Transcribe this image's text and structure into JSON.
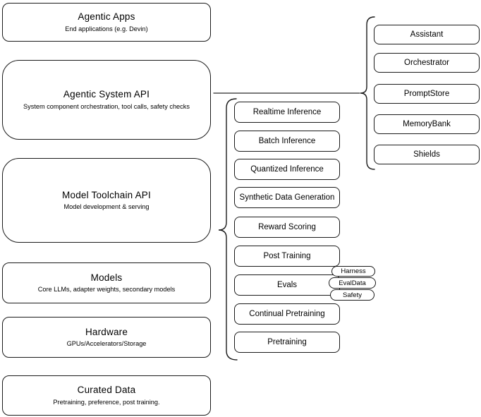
{
  "diagram": {
    "stack_nodes": [
      {
        "title": "Agentic Apps",
        "subtitle": "End applications (e.g. Devin)"
      },
      {
        "title": "Agentic System API",
        "subtitle": "System component orchestration, tool calls, safety checks"
      },
      {
        "title": "Model Toolchain API",
        "subtitle": "Model development & serving"
      },
      {
        "title": "Models",
        "subtitle": "Core LLMs, adapter weights, secondary models"
      },
      {
        "title": "Hardware",
        "subtitle": "GPUs/Accelerators/Storage"
      },
      {
        "title": "Curated Data",
        "subtitle": "Pretraining, preference, post training."
      }
    ],
    "toolchain_components": [
      "Realtime Inference",
      "Batch Inference",
      "Quantized Inference",
      "Synthetic Data Generation",
      "Reward Scoring",
      "Post Training",
      "Evals",
      "Continual Pretraining",
      "Pretraining"
    ],
    "eval_tags": [
      "Harness",
      "EvalData",
      "Safety"
    ],
    "system_components": [
      "Assistant",
      "Orchestrator",
      "PromptStore",
      "MemoryBank",
      "Shields"
    ],
    "colors": {
      "stroke": "#1a1a1a",
      "connector": "#4d4d4d",
      "node_fill": "#ffffff",
      "canvas": "#ffffff",
      "text": "#000000"
    }
  }
}
